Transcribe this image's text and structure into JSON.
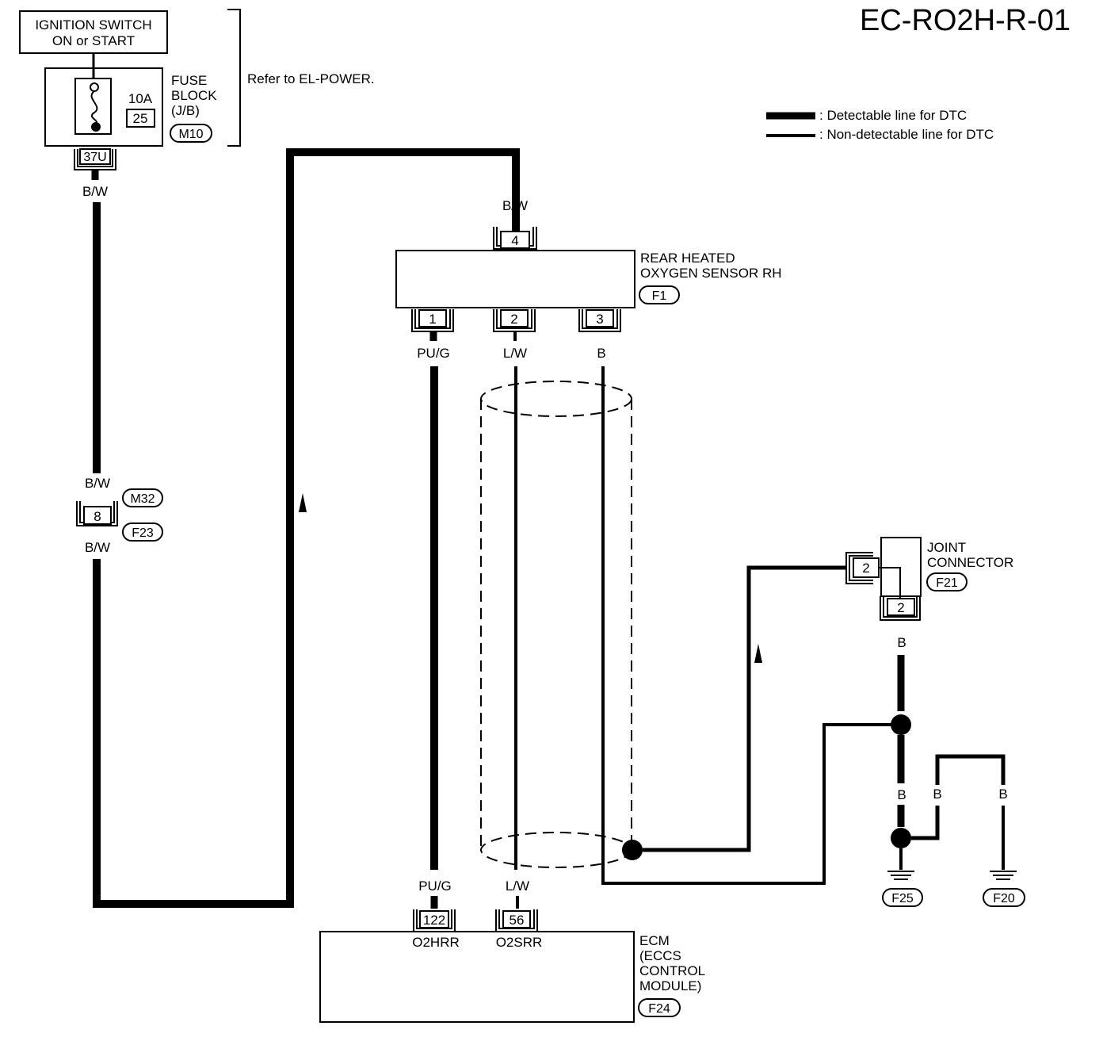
{
  "diagram_id": "EC-RO2H-R-01",
  "legend": {
    "detectable": ": Detectable line for DTC",
    "non_detectable": ": Non-detectable line for DTC"
  },
  "ignition": {
    "line1": "IGNITION SWITCH",
    "line2": "ON or START"
  },
  "fuse_block": {
    "line1": "FUSE",
    "line2": "BLOCK",
    "line3": "(J/B)",
    "conn": "M10",
    "rating": "10A",
    "fuse_no": "25",
    "terminal": "37U"
  },
  "refer_note": "Refer to EL-POWER.",
  "sensor": {
    "line1": "REAR HEATED",
    "line2": "OXYGEN SENSOR RH",
    "conn": "F1",
    "pins": [
      "4",
      "1",
      "2",
      "3"
    ]
  },
  "wires": {
    "bw": "B/W",
    "pug": "PU/G",
    "lw": "L/W",
    "b": "B"
  },
  "inline_connector": {
    "pin": "8",
    "conn_top": "M32",
    "conn_bottom": "F23"
  },
  "joint_connector": {
    "line1": "JOINT",
    "line2": "CONNECTOR",
    "conn": "F21",
    "pin_side": "2",
    "pin_bottom": "2"
  },
  "ecm": {
    "line1": "ECM",
    "line2": "(ECCS",
    "line3": "CONTROL",
    "line4": "MODULE)",
    "conn": "F24",
    "pins": [
      "122",
      "56"
    ],
    "pin_names": [
      "O2HRR",
      "O2SRR"
    ]
  },
  "grounds": [
    "F25",
    "F20"
  ]
}
